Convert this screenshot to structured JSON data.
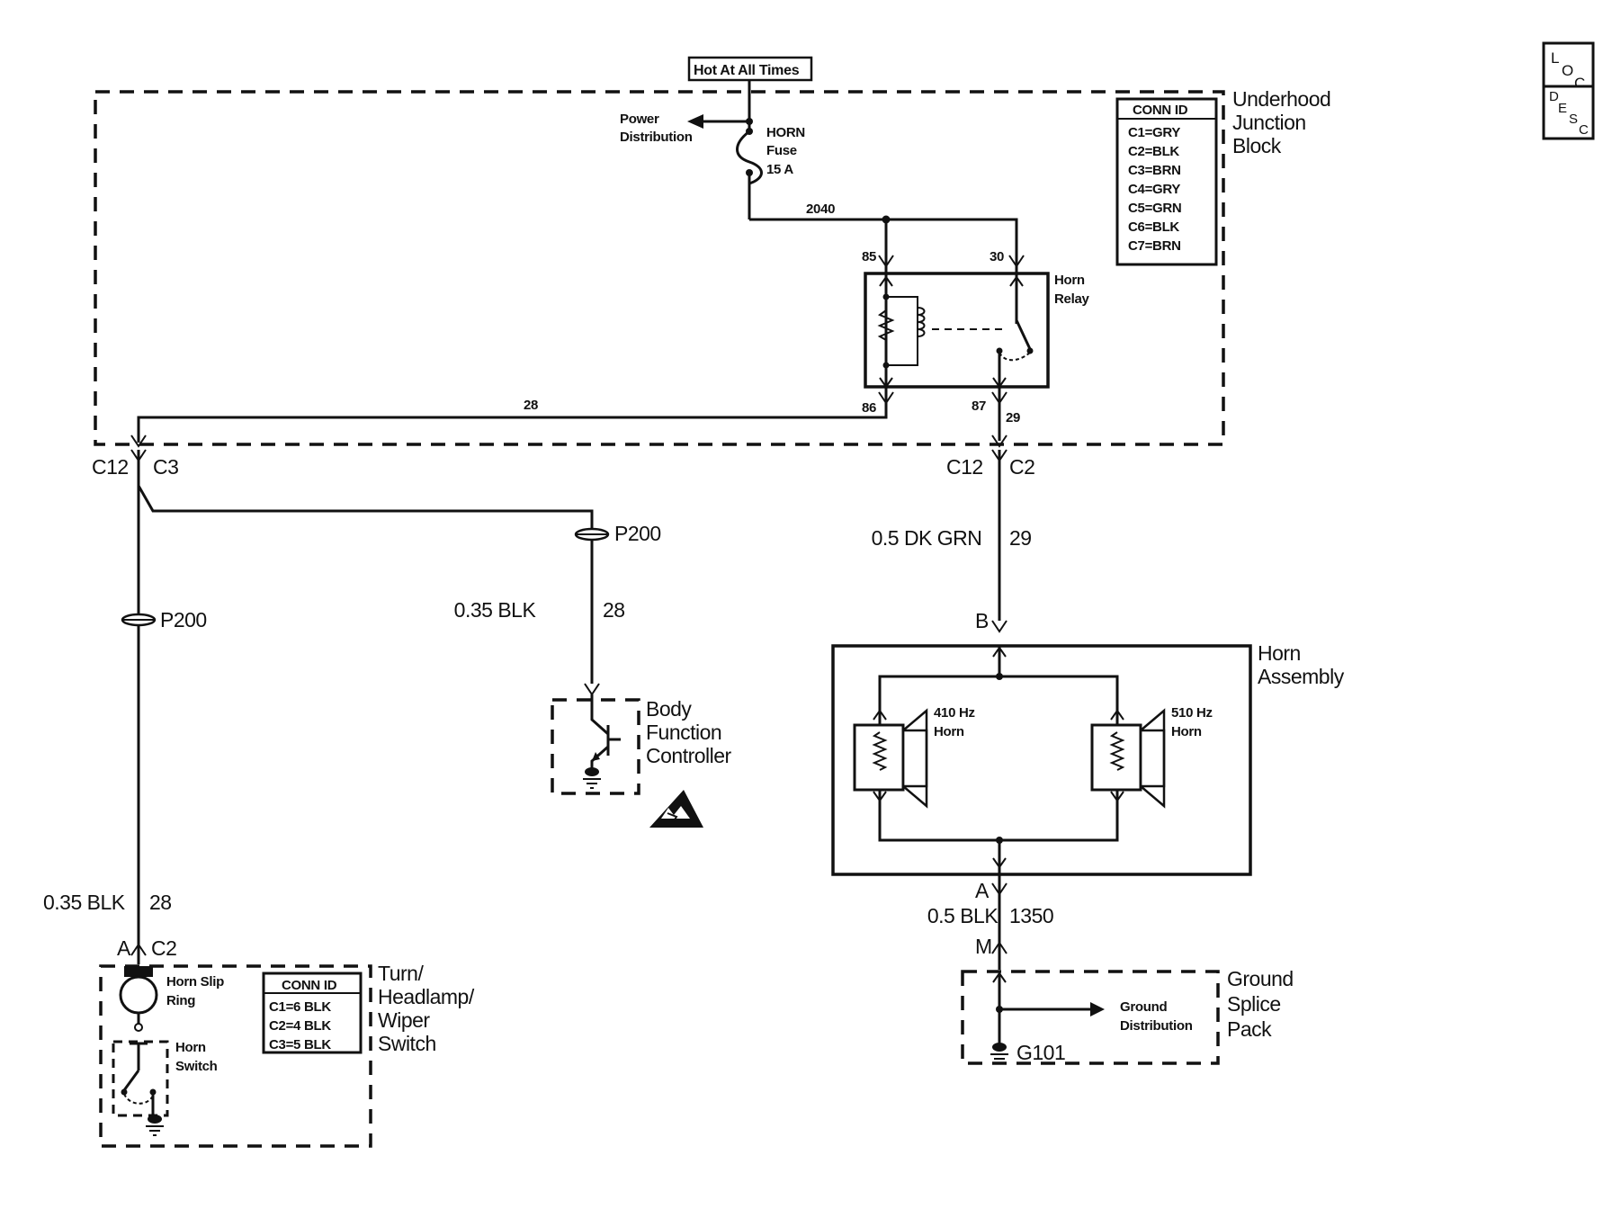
{
  "hot_label": "Hot At All Times",
  "junction_block": {
    "name_lines": [
      "Underhood",
      "Junction",
      "Block"
    ]
  },
  "junction_conn": {
    "title": "CONN ID",
    "items": [
      "C1=GRY",
      "C2=BLK",
      "C3=BRN",
      "C4=GRY",
      "C5=GRN",
      "C6=BLK",
      "C7=BRN"
    ]
  },
  "power_distribution": [
    "Power",
    "Distribution"
  ],
  "fuse": [
    "HORN",
    "Fuse",
    "15 A"
  ],
  "circuit_2040": "2040",
  "relay": {
    "name_lines": [
      "Horn",
      "Relay"
    ],
    "pin85": "85",
    "pin30": "30",
    "pin86": "86",
    "pin87": "87"
  },
  "wire28_top": "28",
  "wire29_top": "29",
  "conn_left": {
    "c12": "C12",
    "c3": "C3"
  },
  "conn_right": {
    "c12": "C12",
    "c2": "C2"
  },
  "p200_left": "P200",
  "p200_mid": "P200",
  "wire_mid": {
    "gauge": "0.35 BLK",
    "circuit": "28"
  },
  "wire_left": {
    "gauge": "0.35 BLK",
    "circuit": "28"
  },
  "wire_right_top": {
    "gauge": "0.5 DK GRN",
    "circuit": "29"
  },
  "wire_right_bottom": {
    "gauge": "0.5 BLK",
    "circuit": "1350"
  },
  "bfc": {
    "name_lines": [
      "Body",
      "Function",
      "Controller"
    ]
  },
  "horn_assembly": {
    "name_lines": [
      "Horn",
      "Assembly"
    ],
    "pin_b": "B",
    "pin_a": "A"
  },
  "horn_left": [
    "410 Hz",
    "Horn"
  ],
  "horn_right": [
    "510 Hz",
    "Horn"
  ],
  "ground_splice": {
    "name_lines": [
      "Ground",
      "Splice",
      "Pack"
    ],
    "pin_m": "M",
    "ground": "G101",
    "dist": [
      "Ground",
      "Distribution"
    ]
  },
  "switch": {
    "pin_a": "A",
    "pin_c2": "C2",
    "name_lines": [
      "Turn/",
      "Headlamp/",
      "Wiper",
      "Switch"
    ],
    "slip_ring": [
      "Horn Slip",
      "Ring"
    ],
    "horn_switch": [
      "Horn",
      "Switch"
    ]
  },
  "switch_conn": {
    "title": "CONN ID",
    "items": [
      "C1=6 BLK",
      "C2=4 BLK",
      "C3=5 BLK"
    ]
  },
  "nav": {
    "loc": [
      "L",
      "O",
      "C"
    ],
    "desc": [
      "D",
      "E",
      "S",
      "C"
    ]
  },
  "colors": {
    "ink": "#111111",
    "background": "#ffffff"
  }
}
